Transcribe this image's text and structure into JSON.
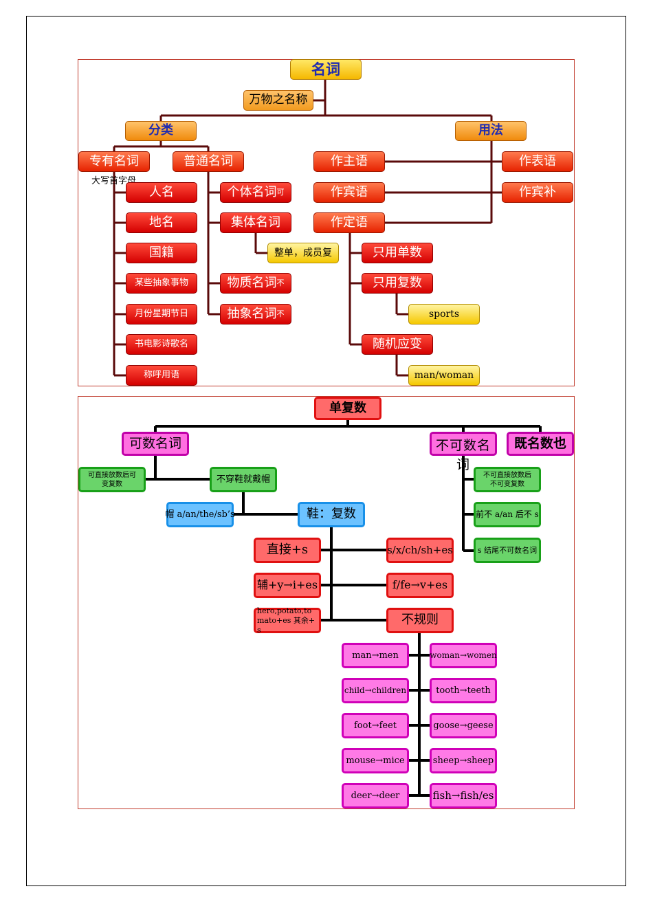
{
  "nouns": {
    "root": "名词",
    "definition": "万物之名称",
    "classification": "分类",
    "usage": "用法",
    "proper_noun": "专有名词",
    "common_noun": "普通名词",
    "capital_note": "大写首字母",
    "proper_items": [
      "人名",
      "地名",
      "国籍",
      "某些抽象事物",
      "月份星期节日",
      "书电影诗歌名",
      "称呼用语"
    ],
    "common_items": [
      {
        "label": "个体名词",
        "suffix": "可"
      },
      {
        "label": "集体名词",
        "suffix": ""
      },
      {
        "label": "物质名词",
        "suffix": "不"
      },
      {
        "label": "抽象名词",
        "suffix": "不"
      }
    ],
    "collective_note": "整单，成员复",
    "usage_left": [
      "作主语",
      "作宾语",
      "作定语"
    ],
    "usage_right": [
      "作表语",
      "作宾补"
    ],
    "attributive_items": [
      "只用单数",
      "只用复数",
      "随机应变"
    ],
    "plural_only_example": "sports",
    "flexible_example": "man/woman"
  },
  "plural": {
    "root": "单复数",
    "countable": "可数名词",
    "uncountable": "不可数名词",
    "both": "既名数也",
    "countable_direct": "可直接放数后可变复数",
    "no_shoes_hat": "不穿鞋就戴帽",
    "hat": "帽 a/an/the/sb’s",
    "shoes": "鞋：复数",
    "uncountable_items": [
      "不可直接放数后不可变复数",
      "前不 a/an 后不 s",
      "s 结尾不可数名词"
    ],
    "rules_left": [
      "直接+s",
      "辅+y→i+es",
      "hero,potato,tomato+es 其余+s"
    ],
    "rules_right": [
      "s/x/ch/sh+es",
      "f/fe→v+es",
      "不规则"
    ],
    "irregular_left": [
      "man→men",
      "child→children",
      "foot→feet",
      "mouse→mice",
      "deer→deer"
    ],
    "irregular_right": [
      "woman→women",
      "tooth→teeth",
      "goose→geese",
      "sheep→sheep",
      "fish→fish/es"
    ]
  }
}
